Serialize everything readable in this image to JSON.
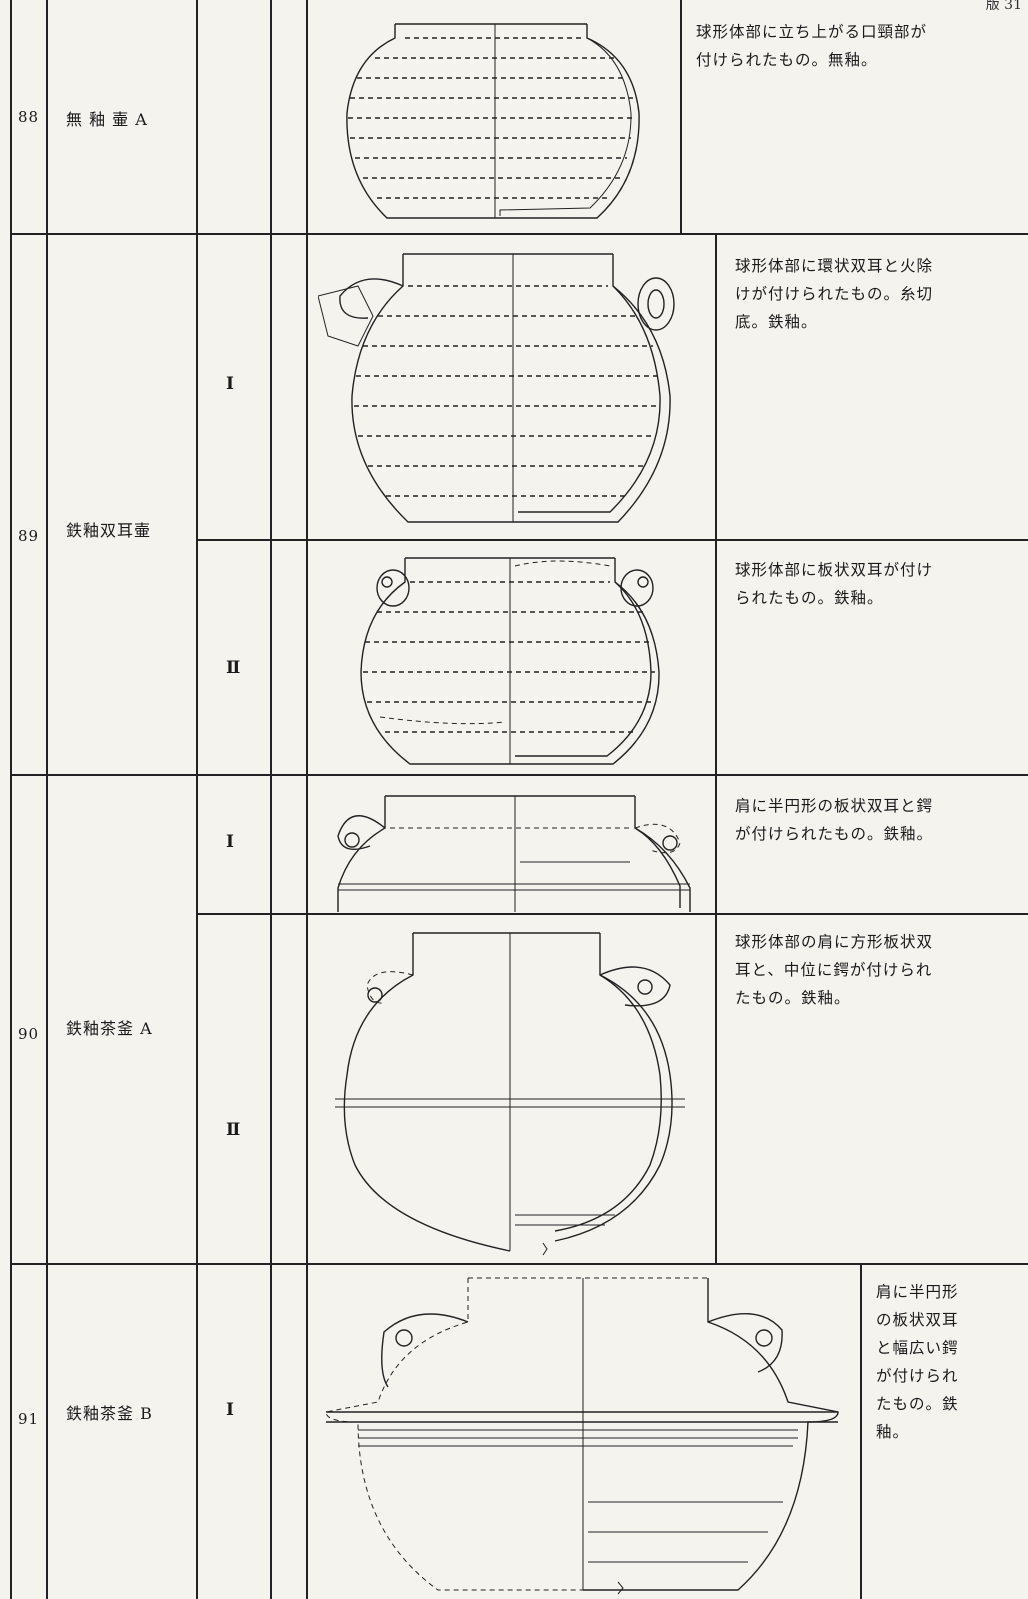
{
  "page_label": "版 31",
  "rows": [
    {
      "number": "88",
      "name": "無 釉 壷 A",
      "variants": [
        {
          "type": "",
          "description": "球形体部に立ち上がる口頸部が\n付けられたもの。無釉。"
        }
      ]
    },
    {
      "number": "89",
      "name": "鉄釉双耳壷",
      "variants": [
        {
          "type": "Ⅰ",
          "description": "球形体部に環状双耳と火除\nけが付けられたもの。糸切\n底。鉄釉。"
        },
        {
          "type": "Ⅱ",
          "description": "球形体部に板状双耳が付け\nられたもの。鉄釉。"
        }
      ]
    },
    {
      "number": "90",
      "name": "鉄釉茶釜 A",
      "variants": [
        {
          "type": "Ⅰ",
          "description": "肩に半円形の板状双耳と鍔\nが付けられたもの。鉄釉。"
        },
        {
          "type": "Ⅱ",
          "description": "球形体部の肩に方形板状双\n耳と、中位に鍔が付けられ\nたもの。鉄釉。"
        }
      ]
    },
    {
      "number": "91",
      "name": "鉄釉茶釜 B",
      "variants": [
        {
          "type": "Ⅰ",
          "description": "肩に半円形\nの板状双耳\nと幅広い鍔\nが付けられ\nたもの。鉄\n釉。"
        }
      ]
    }
  ]
}
